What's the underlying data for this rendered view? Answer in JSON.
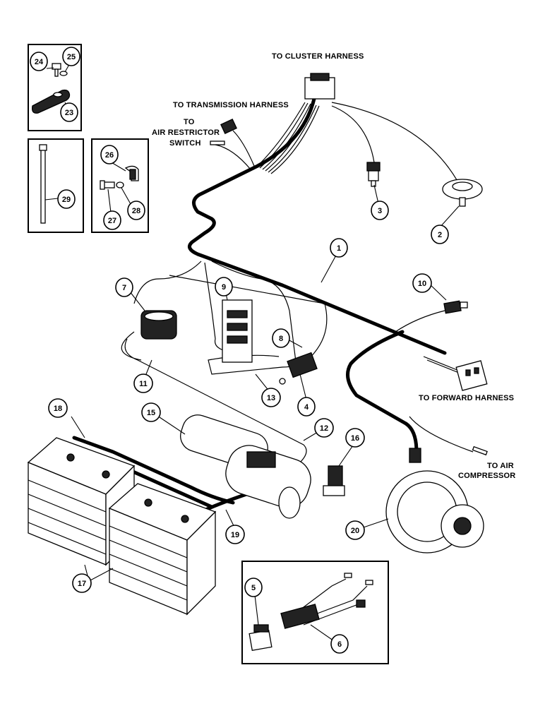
{
  "labels": {
    "cluster": "TO CLUSTER HARNESS",
    "transmission": "TO TRANSMISSION HARNESS",
    "air_restrictor_1": "TO",
    "air_restrictor_2": "AIR RESTRICTOR",
    "air_restrictor_3": "SWITCH",
    "forward": "TO FORWARD HARNESS",
    "air_compressor_1": "TO AIR",
    "air_compressor_2": "COMPRESSOR"
  },
  "callouts": {
    "c1": "1",
    "c2": "2",
    "c3": "3",
    "c4": "4",
    "c5": "5",
    "c6": "6",
    "c7": "7",
    "c8": "8",
    "c9": "9",
    "c10": "10",
    "c11": "11",
    "c12": "12",
    "c13": "13",
    "c15": "15",
    "c16": "16",
    "c17": "17",
    "c18": "18",
    "c19": "19",
    "c20": "20",
    "c23": "23",
    "c24": "24",
    "c25": "25",
    "c26": "26",
    "c27": "27",
    "c28": "28",
    "c29": "29"
  }
}
